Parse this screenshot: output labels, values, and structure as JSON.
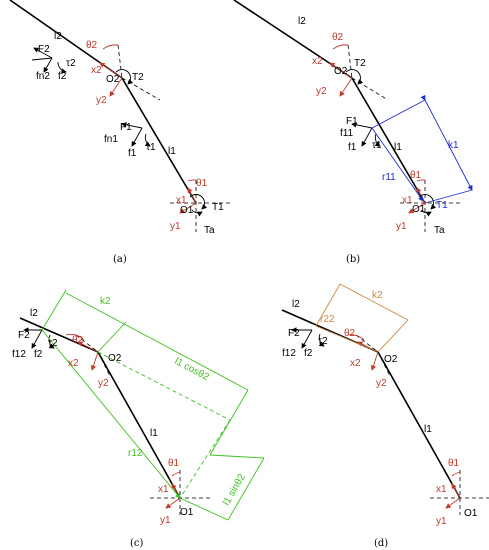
{
  "panels": {
    "a": {
      "caption": "(a)",
      "labels": {
        "l2": "l2",
        "theta2": "θ2",
        "x2": "x2",
        "y2": "y2",
        "O2": "O2",
        "T2": "T2",
        "F2": "F2",
        "f2": "f2",
        "fn2": "fn2",
        "tau2": "τ2",
        "F1": "F1",
        "f1": "f1",
        "fn1": "fn1",
        "tau1": "τ1",
        "l1": "l1",
        "theta1": "θ1",
        "x1": "x1",
        "y1": "y1",
        "O1": "O1",
        "T1": "T1",
        "Ta": "Ta"
      }
    },
    "b": {
      "caption": "(b)",
      "labels": {
        "l2": "l2",
        "theta2": "θ2",
        "x2": "x2",
        "y2": "y2",
        "O2": "O2",
        "T2": "T2",
        "F1": "F1",
        "f1": "f1",
        "fn1": "f11",
        "tau1": "τ1",
        "l1": "l1",
        "k1": "k1",
        "r11": "r11",
        "theta1": "θ1",
        "x1": "x1",
        "y1": "y1",
        "O1": "O1",
        "T1": "T1",
        "Ta": "Ta"
      }
    },
    "c": {
      "caption": "(c)",
      "labels": {
        "l2": "l2",
        "k2": "k2",
        "theta2": "θ2",
        "x2": "x2",
        "y2": "y2",
        "O2": "O2",
        "F2": "F2",
        "f2": "f2",
        "fn2": "f12",
        "tau2": "τ2",
        "l1cos": "l1 cosθ2",
        "l1": "l1",
        "r12": "r12",
        "l1sin": "l1 sinθ2",
        "theta1": "θ1",
        "x1": "x1",
        "y1": "y1",
        "O1": "O1"
      }
    },
    "d": {
      "caption": "(d)",
      "labels": {
        "l2": "l2",
        "k2": "k2",
        "r22": "r22",
        "theta2": "θ2",
        "x2": "x2",
        "y2": "y2",
        "O2": "O2",
        "F2": "F2",
        "f2": "f2",
        "fn2": "f12",
        "tau2": "τ2",
        "l1": "l1",
        "theta1": "θ1",
        "x1": "x1",
        "y1": "y1",
        "O1": "O1"
      }
    }
  },
  "colors": {
    "red": "#c0392b",
    "blue": "#1f2bd1",
    "green": "#3fbf1f",
    "orange": "#cc8844"
  }
}
